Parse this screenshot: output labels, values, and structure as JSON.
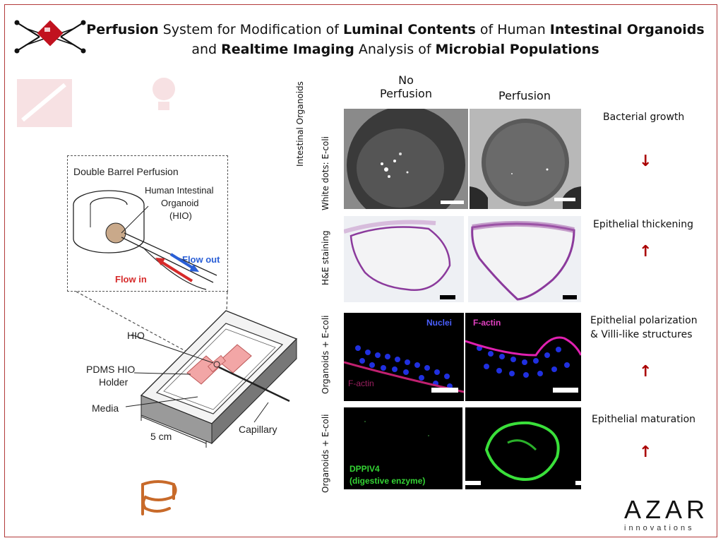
{
  "title": {
    "line1": [
      {
        "text": "Perfusion",
        "bold": true
      },
      {
        "text": " System for Modification of ",
        "bold": false
      },
      {
        "text": "Luminal Contents",
        "bold": true
      },
      {
        "text": " of Human ",
        "bold": false
      },
      {
        "text": "Intestinal Organoids",
        "bold": true
      }
    ],
    "line2": [
      {
        "text": "and ",
        "bold": false
      },
      {
        "text": "Realtime Imaging",
        "bold": true
      },
      {
        "text": " Analysis of ",
        "bold": false
      },
      {
        "text": "Microbial Populations",
        "bold": true
      }
    ]
  },
  "diagram": {
    "inset_title": "Double Barrel Perfusion",
    "hio_label_1": "Human Intestinal",
    "hio_label_2": "Organoid",
    "hio_label_3": "(HIO)",
    "flow_out": "Flow out",
    "flow_in": "Flow in",
    "hio": "HIO",
    "pdms_1": "PDMS HIO",
    "pdms_2": "Holder",
    "media": "Media",
    "capillary": "Capillary",
    "scale": "5 cm",
    "colors": {
      "flow_out": "#2a5fd6",
      "flow_in": "#d62a2a",
      "media": "#f2a6a6"
    }
  },
  "columns": {
    "no_perfusion_1": "No",
    "no_perfusion_2": "Perfusion",
    "perfusion": "Perfusion"
  },
  "row_labels": {
    "intestinal_organoids": "Intestinal Organoids",
    "white_dots": "White dots: E-coli",
    "he_staining": "H&E staining",
    "organoids_ecoli_1": "Organoids + E-coli",
    "organoids_ecoli_2": "Organoids + E-coli"
  },
  "panel_text": {
    "nuclei": "Nuclei",
    "factin": "F-actin",
    "factin_faint": "F-actin",
    "dppiv4": "DPPIV4",
    "digestive": "(digestive enzyme)"
  },
  "effects": [
    {
      "label": "Bacterial growth",
      "arrow": "↓"
    },
    {
      "label": "Epithelial thickening",
      "arrow": "↑"
    },
    {
      "label": "Epithelial polarization",
      "label2": "& Villi-like structures",
      "arrow": "↑"
    },
    {
      "label": "Epithelial maturation",
      "arrow": "↑"
    }
  ],
  "brand": {
    "name": "AZAR",
    "sub": "innovations"
  },
  "icons": [
    "network-logo-icon",
    "puzzle-icon",
    "lightbulb-icon",
    "intestine-icon"
  ]
}
